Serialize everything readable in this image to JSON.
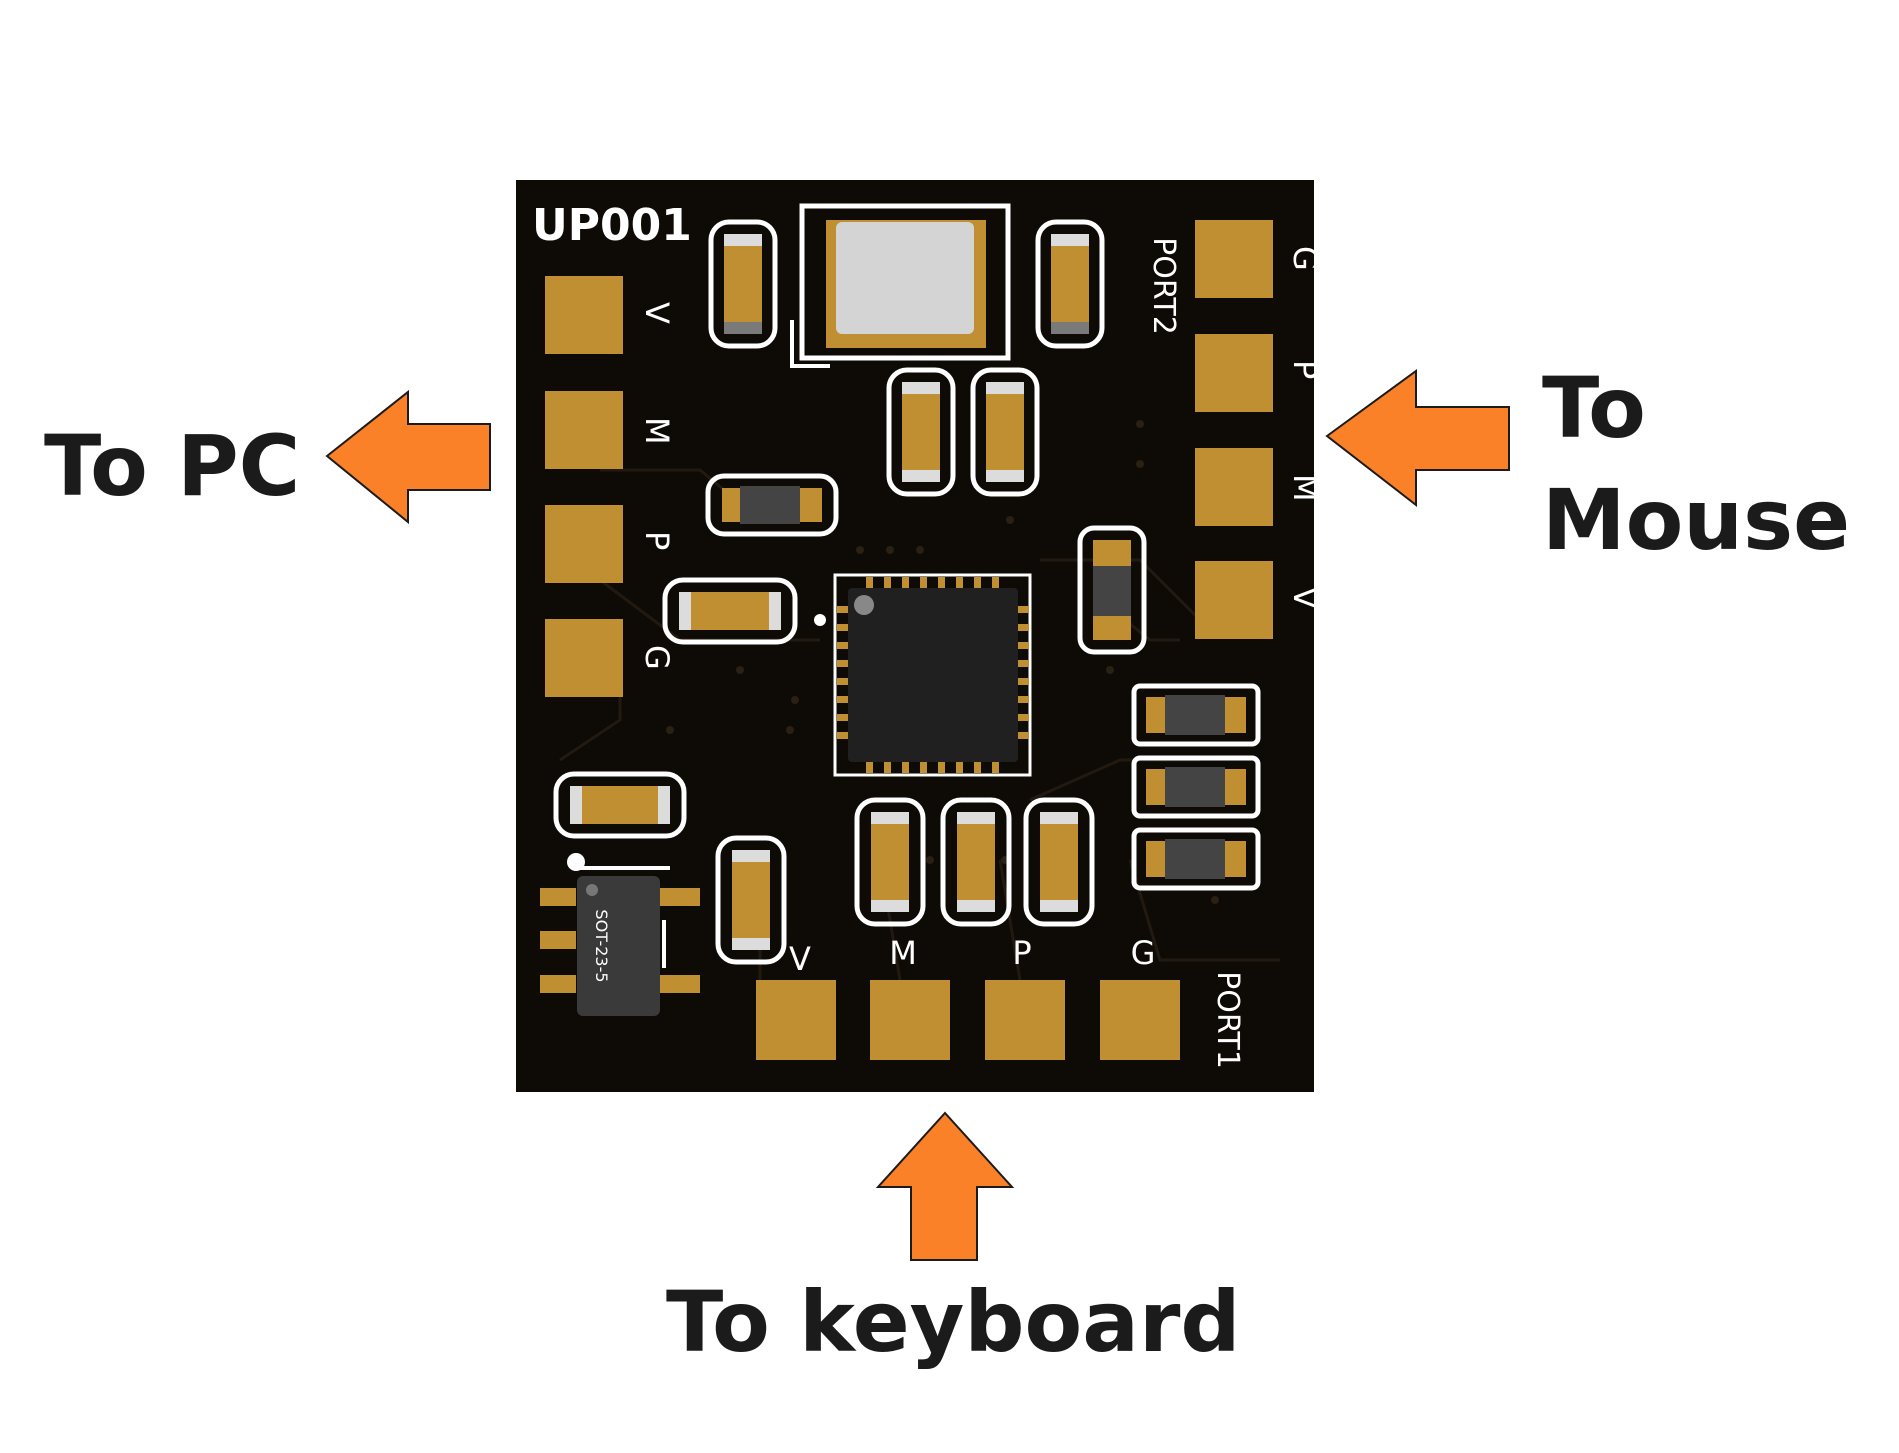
{
  "board": {
    "id_label": "UP001",
    "port1_label": "PORT1",
    "port2_label": "PORT2",
    "ic_label": "SOT-23-5",
    "left_pins": [
      "V",
      "M",
      "P",
      "G"
    ],
    "right_pins": [
      "G",
      "P",
      "M",
      "V"
    ],
    "bottom_pins": [
      "V",
      "M",
      "P",
      "G"
    ]
  },
  "callouts": {
    "to_pc": "To PC",
    "to_mouse_line1": "To",
    "to_mouse_line2": "Mouse",
    "to_keyboard": "To keyboard"
  },
  "colors": {
    "pcb": "#0e0a06",
    "pad_gold": "#bf8f32",
    "arrow": "#fb8128",
    "silkscreen": "#ffffff"
  }
}
